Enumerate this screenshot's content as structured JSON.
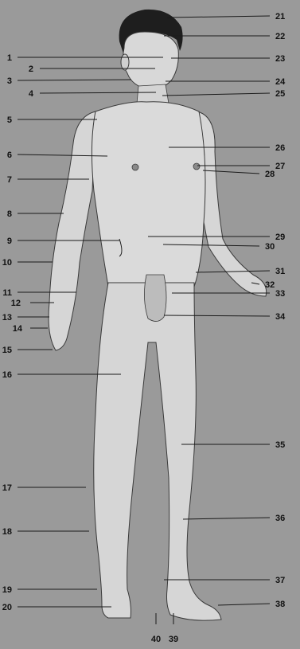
{
  "diagram": {
    "colors": {
      "background": "#9a9a9a",
      "skin": "#d8d8d8",
      "outline": "#3a3a3a",
      "hair": "#1e1e1e",
      "line": "#1a1a1a",
      "label": "#111111"
    },
    "labels_left": [
      "1",
      "2",
      "3",
      "4",
      "5",
      "6",
      "7",
      "8",
      "9",
      "10",
      "11",
      "12",
      "13",
      "14",
      "15",
      "16",
      "17",
      "18",
      "19",
      "20"
    ],
    "labels_right": [
      "21",
      "22",
      "23",
      "24",
      "25",
      "26",
      "27",
      "28",
      "29",
      "30",
      "31",
      "32",
      "33",
      "34",
      "35",
      "36",
      "37",
      "38"
    ],
    "labels_bottom": [
      "40",
      "39"
    ]
  }
}
